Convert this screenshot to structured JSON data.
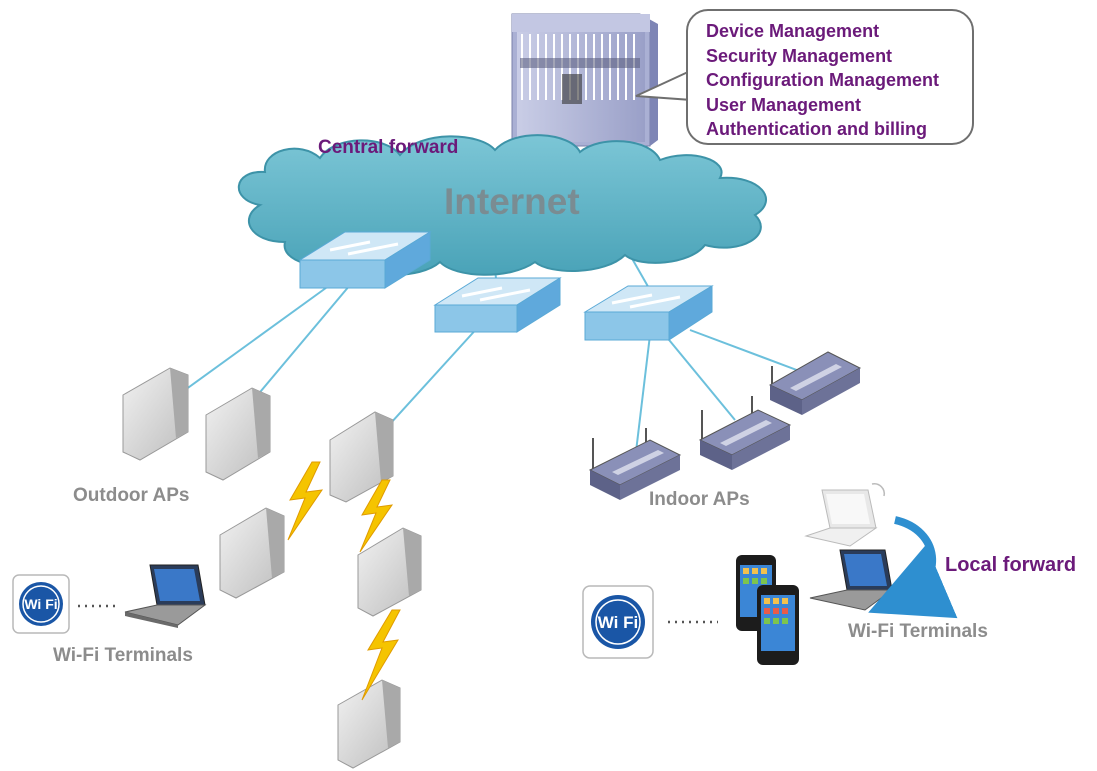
{
  "management_callout": {
    "items": [
      "Device Management",
      "Security Management",
      "Configuration Management",
      "User Management",
      "Authentication and billing"
    ]
  },
  "cloud_label": "Internet",
  "central_forward_label": "Central forward",
  "local_forward_label": "Local forward",
  "outdoor_aps_label": "Outdoor APs",
  "indoor_aps_label": "Indoor APs",
  "wifi_terminals_left_label": "Wi-Fi Terminals",
  "wifi_terminals_right_label": "Wi-Fi Terminals",
  "wifi_badge_text": "Wi Fi",
  "colors": {
    "cloud": "#5fb4c8",
    "switch": "#8cc6e8",
    "link": "#6cc0dc",
    "purple_text": "#6b1a7a",
    "gray_text": "#8c8c8c",
    "lightning": "#f5c400",
    "arrow": "#2e8fd0"
  }
}
